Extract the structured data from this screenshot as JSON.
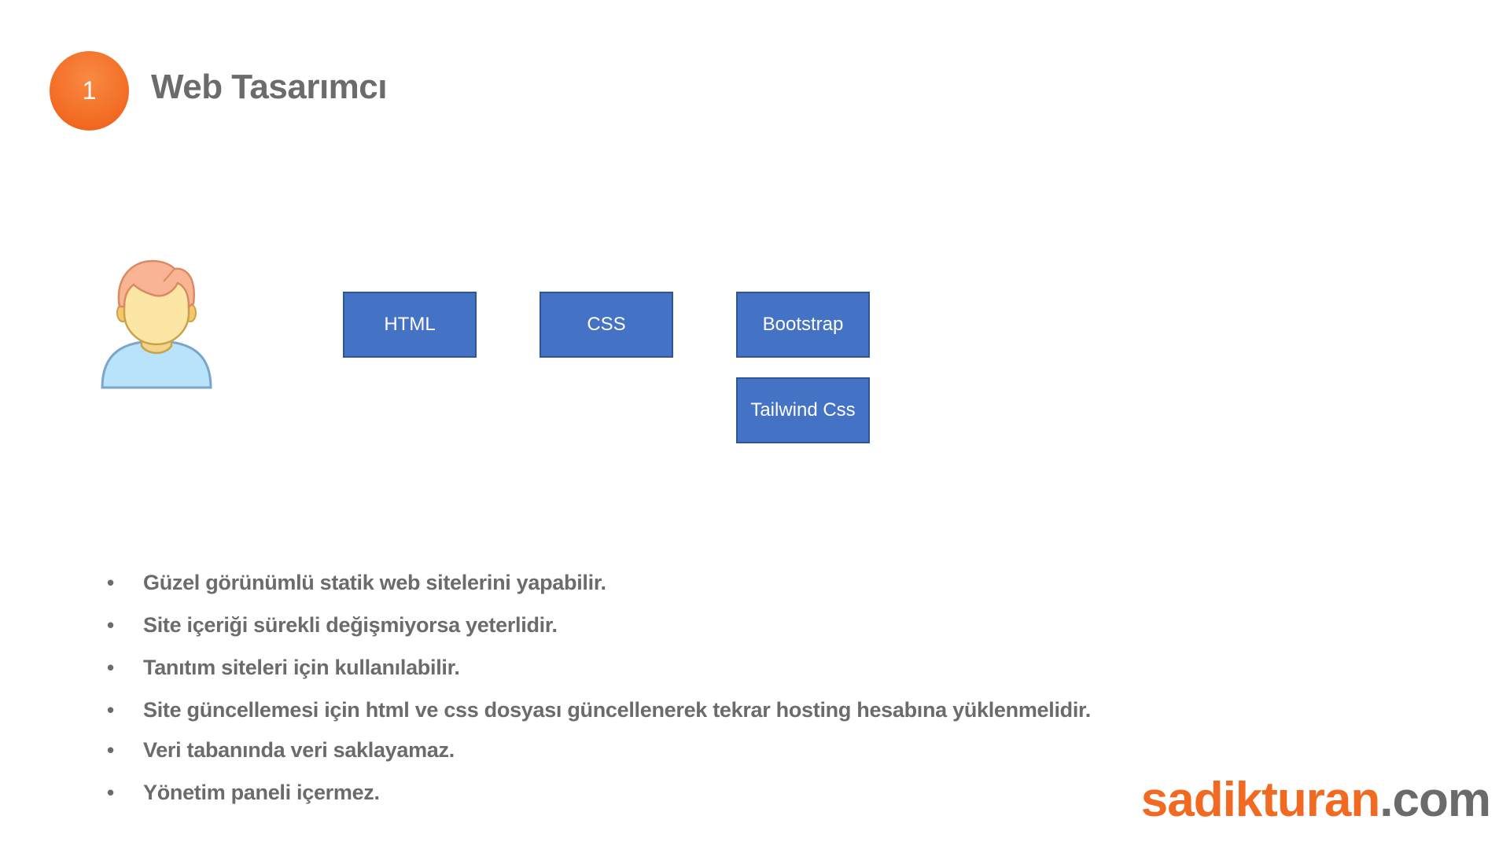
{
  "header": {
    "step_number": "1",
    "title": "Web Tasarımcı"
  },
  "avatar": {
    "icon": "person-avatar-icon"
  },
  "tech_boxes": [
    {
      "label": "HTML"
    },
    {
      "label": "CSS"
    },
    {
      "label": "Bootstrap"
    },
    {
      "label": "Tailwind Css"
    }
  ],
  "bullets": [
    "Güzel görünümlü statik web sitelerini yapabilir.",
    "Site içeriği sürekli değişmiyorsa yeterlidir.",
    "Tanıtım siteleri için kullanılabilir.",
    "Site güncellemesi için html ve css dosyası güncellenerek tekrar hosting hesabına yüklenmelidir.",
    "Veri tabanında veri saklayamaz.",
    "Yönetim paneli içermez."
  ],
  "brand": {
    "name": "sadikturan",
    "tld": ".com"
  },
  "colors": {
    "accent_orange": "#f26a22",
    "box_blue": "#4472c4",
    "text_gray": "#6b6b6b"
  }
}
